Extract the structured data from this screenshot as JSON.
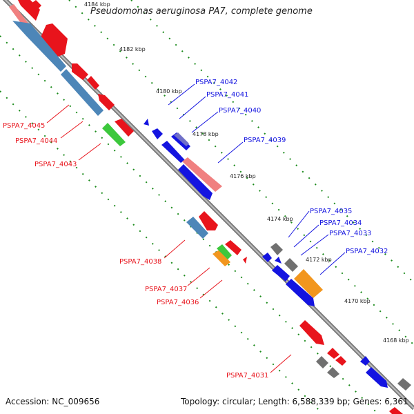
{
  "map": {
    "title": "Pseudomonas aeruginosa PA7, complete genome",
    "accession": "Accession: NC_009656",
    "summary": "Topology: circular; Length: 6,588,339 bp; Genes: 6,361"
  },
  "ticks": [
    "4184 kbp",
    "4182 kbp",
    "4180 kbp",
    "4178 kbp",
    "4176 kbp",
    "4174 kbp",
    "4172 kbp",
    "4170 kbp",
    "4168 kbp"
  ],
  "genes": {
    "reverse": [
      "PSPA7_4045",
      "PSPA7_4044",
      "PSPA7_4043",
      "PSPA7_4038",
      "PSPA7_4037",
      "PSPA7_4036",
      "PSPA7_4031"
    ],
    "forward": [
      "PSPA7_4042",
      "PSPA7_4041",
      "PSPA7_4040",
      "PSPA7_4039",
      "PSPA7_4035",
      "PSPA7_4034",
      "PSPA7_4033",
      "PSPA7_4032"
    ]
  },
  "colors": {
    "reverse_strand": "#e8141c",
    "forward_strand": "#1414e0",
    "backbone": "#8c8c8c",
    "tick_dots": "#1a8a1a",
    "pale_gene": "#4d86b8",
    "pink_gene": "#f08080",
    "green_gene": "#3cc83c",
    "orange_gene": "#f2961e",
    "gray_gene": "#707070"
  }
}
